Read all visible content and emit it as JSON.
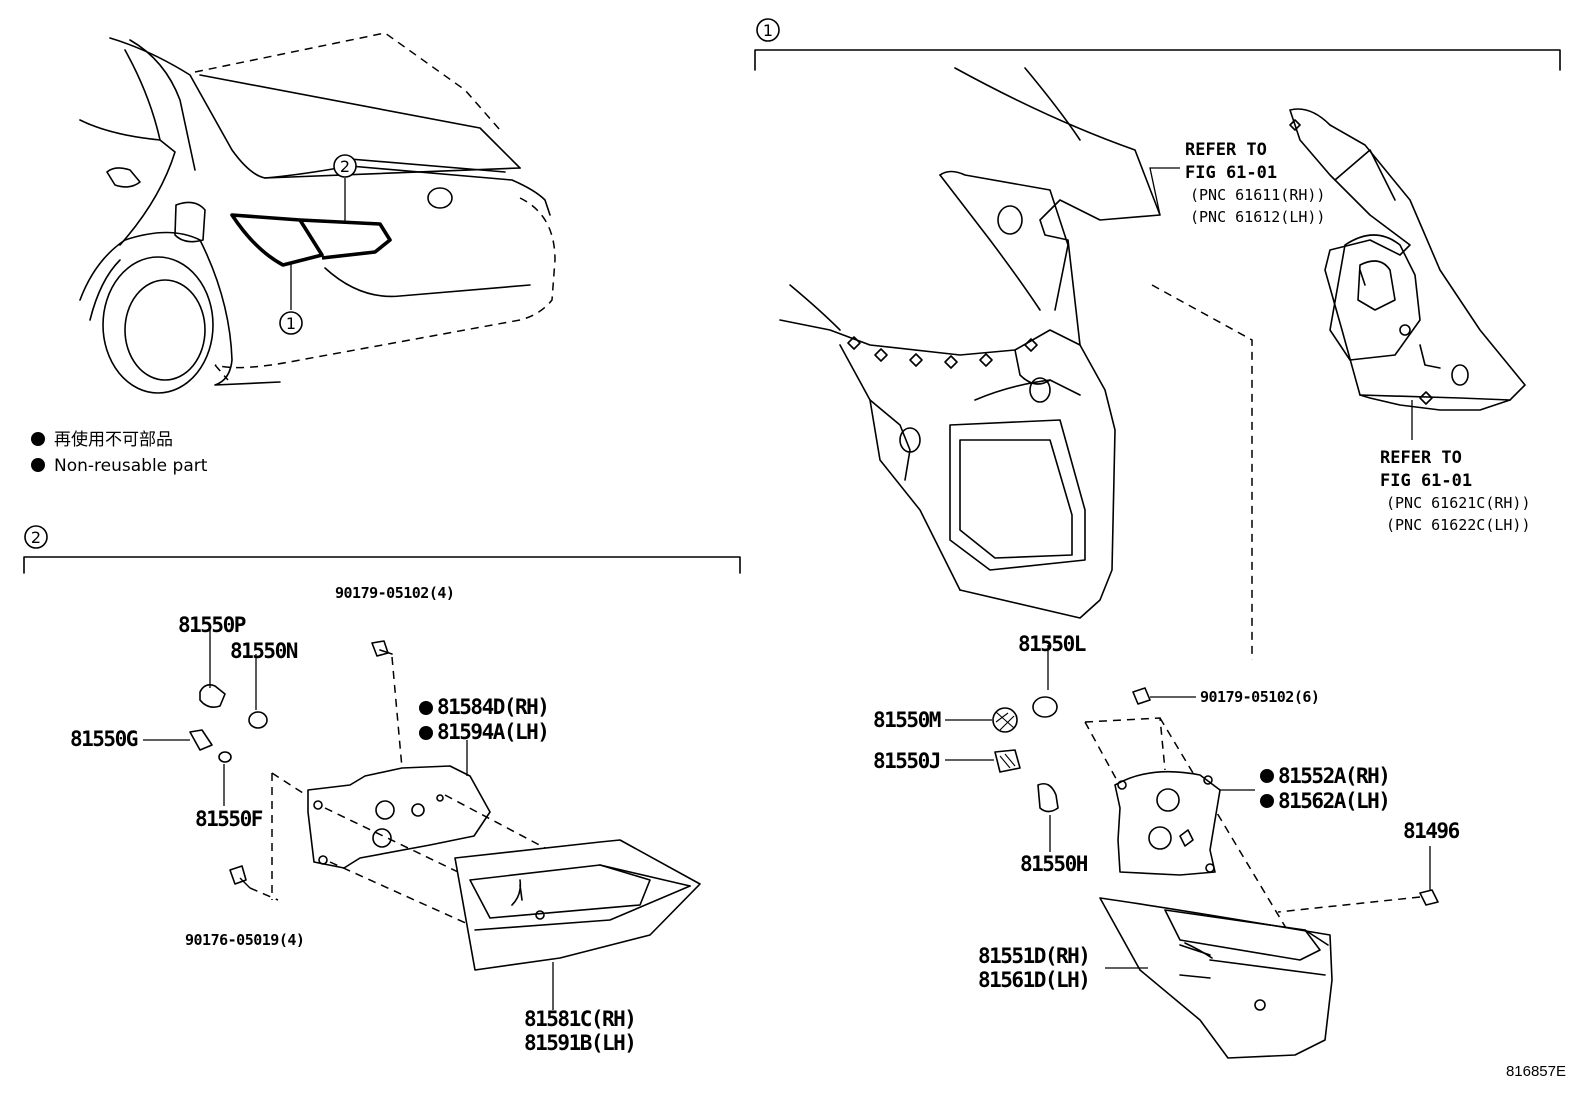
{
  "legend": {
    "jp": "再使用不可部品",
    "en": "Non-reusable part"
  },
  "callouts": {
    "ref1": "1",
    "ref2": "2"
  },
  "section1": {
    "refer1": {
      "line1": "REFER TO",
      "line2": "FIG 61-01",
      "pnc_rh": "(PNC 61611(RH))",
      "pnc_lh": "(PNC 61612(LH))"
    },
    "refer2": {
      "line1": "REFER TO",
      "line2": "FIG 61-01",
      "pnc_rh": "(PNC 61621C(RH))",
      "pnc_lh": "(PNC 61622C(LH))"
    },
    "parts": {
      "p81550L": "81550L",
      "p81550M": "81550M",
      "p81550J": "81550J",
      "p81550H": "81550H",
      "p90179_6": "90179-05102(6)",
      "p81552A": "81552A(RH)",
      "p81562A": "81562A(LH)",
      "p81496": "81496",
      "p81551D": "81551D(RH)",
      "p81561D": "81561D(LH)"
    }
  },
  "section2": {
    "parts": {
      "p90179_4": "90179-05102(4)",
      "p81550P": "81550P",
      "p81550N": "81550N",
      "p81550G": "81550G",
      "p81550F": "81550F",
      "p81584D": "81584D(RH)",
      "p81594A": "81594A(LH)",
      "p90176": "90176-05019(4)",
      "p81581C": "81581C(RH)",
      "p81591B": "81591B(LH)"
    }
  },
  "illustration_id": "816857E"
}
